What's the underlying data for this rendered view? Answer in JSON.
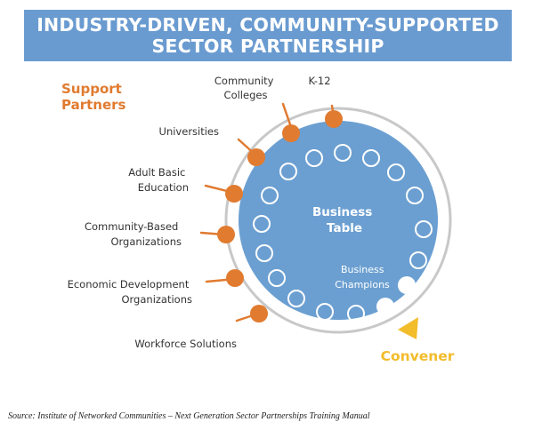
{
  "title": {
    "line1": "INDUSTRY-DRIVEN, COMMUNITY-SUPPORTED",
    "line2": "SECTOR PARTNERSHIP"
  },
  "colors": {
    "banner": "#6a9bd0",
    "business_table": "#6b9fd1",
    "partner_orange": "#e07b30",
    "convener_yellow": "#f2bc2b",
    "ring": "#c8c8c8"
  },
  "support_partners_heading": "Support Partners",
  "support_partners": [
    {
      "label": "Community Colleges"
    },
    {
      "label": "K-12"
    },
    {
      "label": "Universities"
    },
    {
      "label": "Adult Basic Education"
    },
    {
      "label": "Community-Based Organizations"
    },
    {
      "label": "Economic Development Organizations"
    },
    {
      "label": "Workforce Solutions"
    }
  ],
  "business_table_label": "Business Table",
  "business_champions_label": "Business Champions",
  "convener_label": "Convener",
  "source_caption": "Source: Institute of Networked Communities – Next Generation Sector Partnerships Training Manual"
}
